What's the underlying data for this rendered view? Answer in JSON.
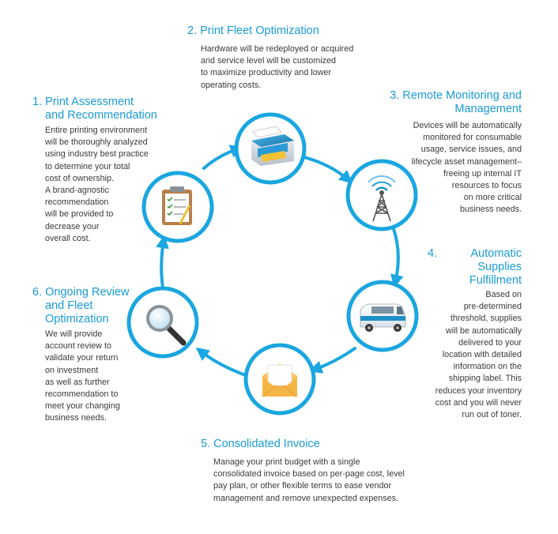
{
  "steps": [
    {
      "id": 1,
      "title_lines": [
        "1. Print Assessment",
        "and Recommendation"
      ],
      "desc_lines": [
        "Entire printing environment",
        "will be thoroughly analyzed",
        "using industry best practice",
        "to determine your total",
        "cost of ownership.",
        "A brand-agnostic",
        "recommendation",
        "will be provided to",
        "decrease your",
        "overall cost."
      ],
      "icon": "clipboard-checklist-icon"
    },
    {
      "id": 2,
      "title_lines": [
        "2. Print Fleet Optimization"
      ],
      "desc_lines": [
        "Hardware will be redeployed or acquired",
        "and service level will be customized",
        "to maximize productivity and lower",
        "operating costs."
      ],
      "icon": "printer-icon"
    },
    {
      "id": 3,
      "title_lines": [
        "3. Remote Monitoring and",
        "Management"
      ],
      "desc_lines": [
        "Devices will be automatically",
        "monitored for consumable",
        "usage, service issues, and",
        "lifecycle asset management–",
        "freeing up internal IT",
        "resources to focus",
        "on more critical",
        "business needs."
      ],
      "icon": "radio-tower-icon"
    },
    {
      "id": 4,
      "number": "4.",
      "title_lines": [
        "Automatic",
        "Supplies",
        "Fulfillment"
      ],
      "desc_lines": [
        "Based on",
        "pre-determined",
        "threshold, supplies",
        "will be automatically",
        "delivered to your",
        "location with detailed",
        "information on the",
        "shipping label.  This",
        "reduces your inventory",
        "cost and you will never",
        "run out of toner."
      ],
      "icon": "delivery-van-icon"
    },
    {
      "id": 5,
      "title_lines": [
        "5. Consolidated Invoice"
      ],
      "desc_lines": [
        "Manage your print budget with a single",
        "consolidated invoice based on per-page cost, level",
        "pay plan, or other flexible terms to ease vendor",
        "management and remove unexpected expenses."
      ],
      "icon": "envelope-icon"
    },
    {
      "id": 6,
      "title_lines": [
        "6. Ongoing Review",
        "and Fleet",
        "Optimization"
      ],
      "desc_lines": [
        "We will provide",
        "account review to",
        "validate your return",
        "on investment",
        "as well as further",
        "recommendation to",
        "meet your changing",
        "business needs."
      ],
      "icon": "magnifier-icon"
    }
  ],
  "colors": {
    "accent": "#1aa6e0",
    "title": "#1a9ad6",
    "text": "#3a3a3a"
  }
}
